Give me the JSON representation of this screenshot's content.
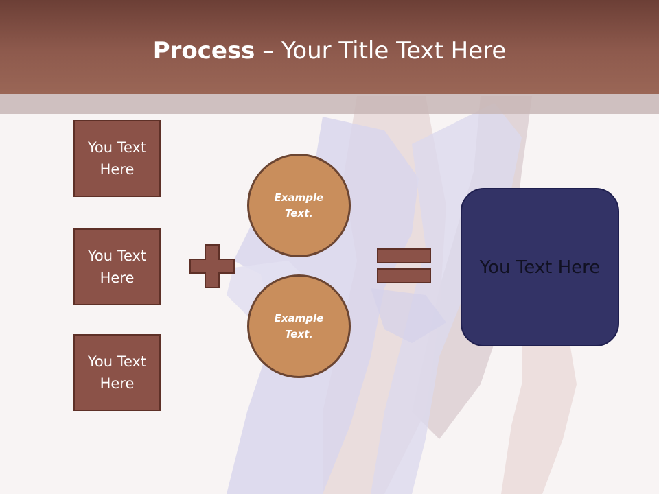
{
  "slide": {
    "title_bold": "Process",
    "title_rest": " – Your Title Text Here"
  },
  "left_boxes": [
    {
      "label": "You Text Here"
    },
    {
      "label": "You Text Here"
    },
    {
      "label": "You Text Here"
    }
  ],
  "circles": [
    {
      "label": "Example Text."
    },
    {
      "label": "Example Text."
    }
  ],
  "result": {
    "label": "You Text Here"
  },
  "colors": {
    "header": "#8e5a4d",
    "box_fill": "#8b5248",
    "circle_fill": "#c98e5c",
    "result_fill": "#333366"
  },
  "icons": {
    "operator_1": "plus-icon",
    "operator_2": "equals-icon"
  }
}
